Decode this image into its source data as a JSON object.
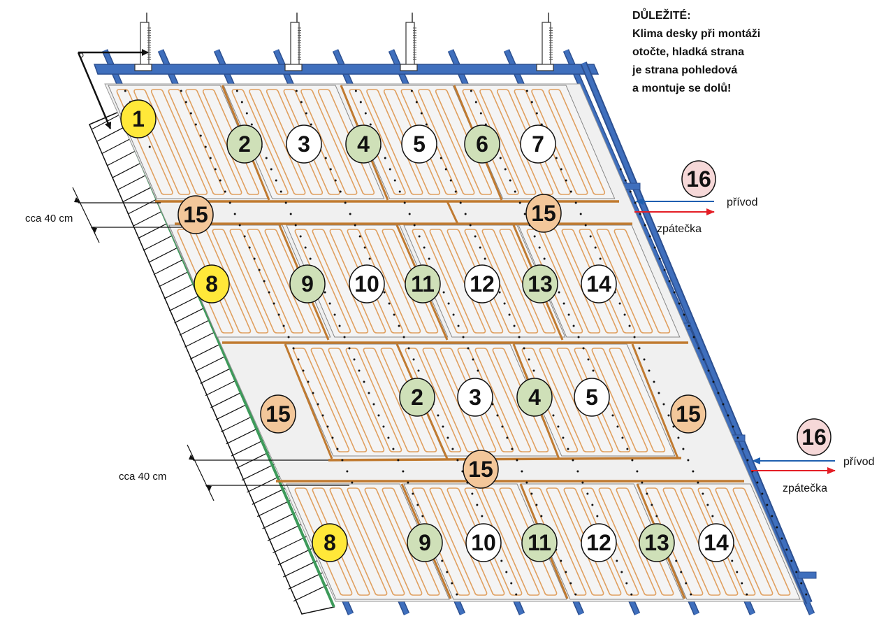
{
  "note": {
    "lines": [
      "DŮLEŽITÉ:",
      "Klima desky při montáži",
      "otočte, hladká strana",
      "je strana pohledová",
      "a montuje se dolů!"
    ]
  },
  "spacing_label": "cca 40 cm",
  "supply_label": "přívod",
  "return_label": "zpátečka",
  "colors": {
    "beam_blue": "#3f6fbd",
    "panel_fill": "#eeeeee",
    "tube_orange": "#e0a060",
    "strip_brown": "#c07a30",
    "edge_green": "#3d9a5a",
    "badge_yellow": "#ffe839",
    "badge_green": "#cfe0b8",
    "badge_white": "#ffffff",
    "badge_orange": "#f3c79a",
    "badge_pink": "#f6d8d8",
    "arrow_blue": "#1f5fb0",
    "arrow_red": "#e41e26"
  },
  "badges": {
    "row1": [
      {
        "label": "1",
        "color": "yellow"
      },
      {
        "label": "2",
        "color": "green"
      },
      {
        "label": "3",
        "color": "white"
      },
      {
        "label": "4",
        "color": "green"
      },
      {
        "label": "5",
        "color": "white"
      },
      {
        "label": "6",
        "color": "green"
      },
      {
        "label": "7",
        "color": "white"
      }
    ],
    "row2": [
      {
        "label": "8",
        "color": "yellow"
      },
      {
        "label": "9",
        "color": "green"
      },
      {
        "label": "10",
        "color": "white"
      },
      {
        "label": "11",
        "color": "green"
      },
      {
        "label": "12",
        "color": "white"
      },
      {
        "label": "13",
        "color": "green"
      },
      {
        "label": "14",
        "color": "white"
      }
    ],
    "row3": [
      {
        "label": "2",
        "color": "green"
      },
      {
        "label": "3",
        "color": "white"
      },
      {
        "label": "4",
        "color": "green"
      },
      {
        "label": "5",
        "color": "white"
      }
    ],
    "row4": [
      {
        "label": "8",
        "color": "yellow"
      },
      {
        "label": "9",
        "color": "green"
      },
      {
        "label": "10",
        "color": "white"
      },
      {
        "label": "11",
        "color": "green"
      },
      {
        "label": "12",
        "color": "white"
      },
      {
        "label": "13",
        "color": "green"
      },
      {
        "label": "14",
        "color": "white"
      }
    ],
    "filler": "15",
    "connection": "16"
  }
}
